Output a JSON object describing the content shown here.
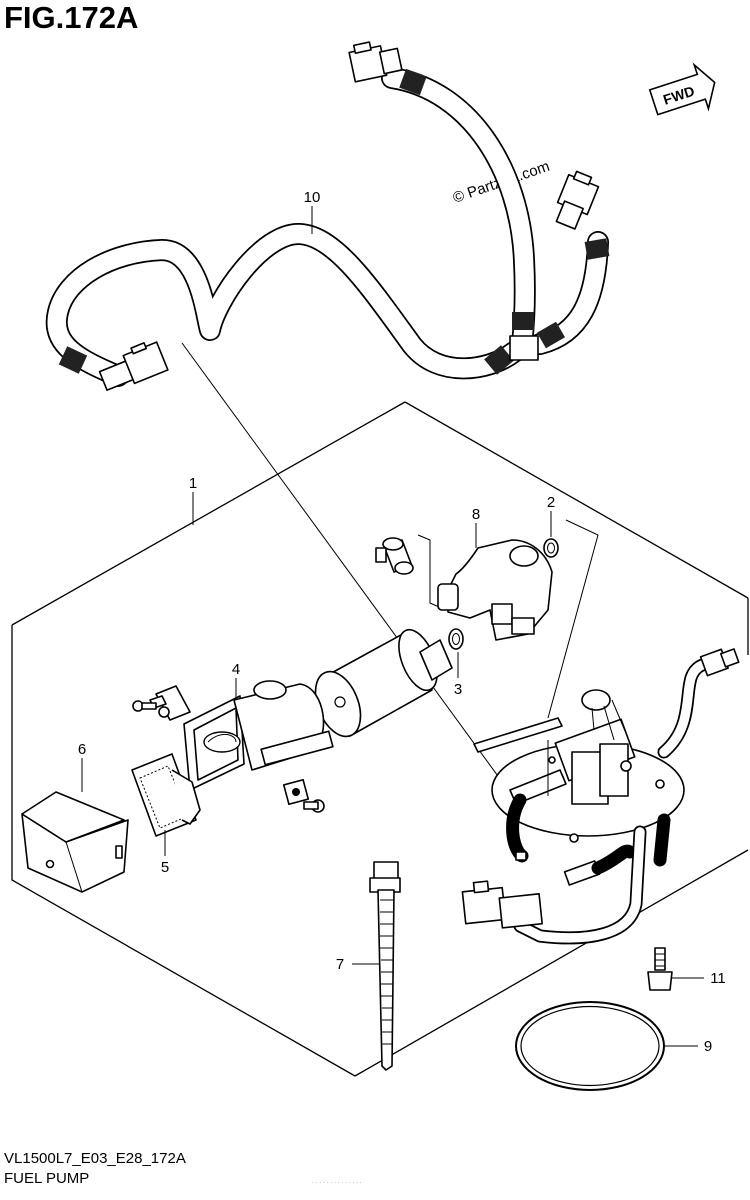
{
  "figure": {
    "title": "FIG.172A",
    "code": "VL1500L7_E03_E28_172A",
    "description": "FUEL PUMP",
    "watermark": "© Partzilla.com",
    "fine_print": "· · · · · · · · · · · · · ·",
    "fwd_label": "FWD"
  },
  "callouts": [
    {
      "id": "1",
      "label": "1"
    },
    {
      "id": "2",
      "label": "2"
    },
    {
      "id": "3",
      "label": "3"
    },
    {
      "id": "4",
      "label": "4"
    },
    {
      "id": "5",
      "label": "5"
    },
    {
      "id": "6",
      "label": "6"
    },
    {
      "id": "7",
      "label": "7"
    },
    {
      "id": "8",
      "label": "8"
    },
    {
      "id": "9",
      "label": "9"
    },
    {
      "id": "10",
      "label": "10"
    },
    {
      "id": "11",
      "label": "11"
    }
  ],
  "icons": {
    "fwd": "fwd-arrow-icon"
  }
}
